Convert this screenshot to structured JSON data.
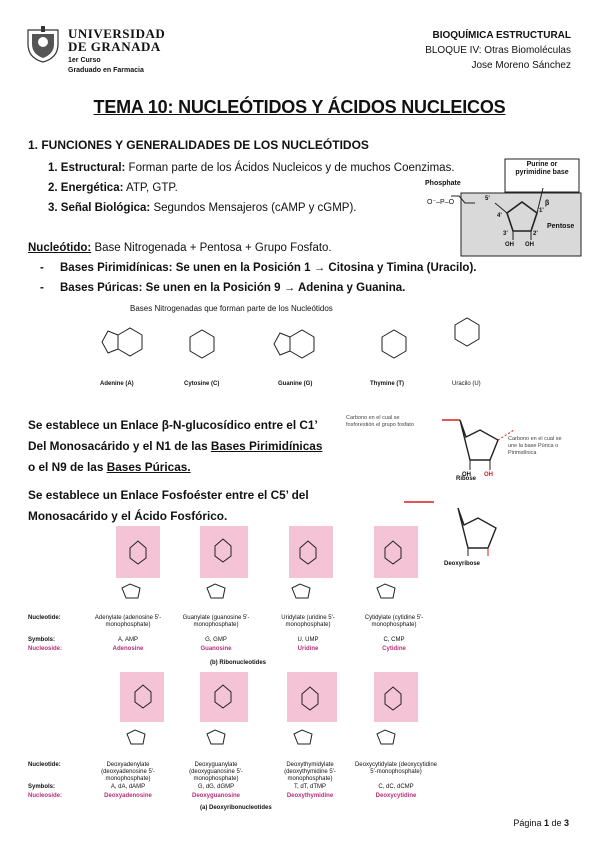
{
  "header": {
    "university_line1": "UNIVERSIDAD",
    "university_line2": "DE GRANADA",
    "course": "1er Curso",
    "degree": "Graduado en Farmacia",
    "subject": "BIOQUÍMICA ESTRUCTURAL",
    "block": "BLOQUE IV: Otras Biomoléculas",
    "author": "Jose Moreno Sánchez"
  },
  "title": "TEMA 10: NUCLEÓTIDOS Y ÁCIDOS NUCLEICOS",
  "section1": {
    "heading": "1. FUNCIONES Y GENERALIDADES DE LOS NUCLEÓTIDOS",
    "functions": [
      {
        "num": "1.",
        "label": "Estructural:",
        "text": " Forman parte de los Ácidos Nucleicos y de muchos Coenzimas."
      },
      {
        "num": "2.",
        "label": "Energética:",
        "text": " ATP, GTP."
      },
      {
        "num": "3.",
        "label": "Señal Biológica:",
        "text": " Segundos Mensajeros (cAMP y cGMP)."
      }
    ]
  },
  "nucleotide_diagram": {
    "purine_label": "Purine or pyrimidine base",
    "phosphate": "Phosphate",
    "pentose": "Pentose",
    "carbons": [
      "5'",
      "4'",
      "3'",
      "2'",
      "1'"
    ],
    "oh": "OH",
    "beta": "β"
  },
  "nucleotide_def": {
    "label": "Nucleótido:",
    "text": " Base Nitrogenada + Pentosa + Grupo Fosfato.",
    "bullets": [
      "Bases Pirimidínicas: Se unen en la Posición 1 → Citosina y Timina (Uracilo).",
      "Bases Púricas: Se unen en la Posición 9 → Adenina y Guanina."
    ]
  },
  "bases": {
    "caption": "Bases Nitrogenadas que forman parte de los Nucleótidos",
    "names": [
      "Adenine (A)",
      "Cytosine (C)",
      "Guanine (G)",
      "Thymine (T)",
      "Uracilo (U)"
    ]
  },
  "glycosidic": {
    "line1": "Se establece un Enlace β-N-glucosídico entre el C1’",
    "line2_a": "Del Monosacárido y el N1 de las ",
    "line2_b": "Bases Pirimidínicas",
    "line3_a": "o el N9 de las ",
    "line3_b": "Bases Púricas."
  },
  "ribose_note_left": "Carbono en el cual se fosforestión el grupo fosfato",
  "ribose_note_right": "Carbono en el cual se une la base Púrica o Pirimidínica",
  "ribose_label": "Ribose",
  "deoxyribose_label": "Deoxyribose",
  "phosphoester": {
    "line1": "Se establece un Enlace Fosfoéster entre el C5’ del",
    "line2": "Monosacárido y el Ácido Fosfórico."
  },
  "row_labels": {
    "nucleotide": "Nucleotide:",
    "symbols": "Symbols:",
    "nucleoside": "Nucleoside:"
  },
  "ribonucleotides": {
    "caption": "(b) Ribonucleotides",
    "items": [
      {
        "nucleotide": "Adenylate (adenosine 5′-monophosphate)",
        "symbols": "A, AMP",
        "nucleoside": "Adenosine"
      },
      {
        "nucleotide": "Guanylate (guanosine 5′-monophosphate)",
        "symbols": "G, GMP",
        "nucleoside": "Guanosine"
      },
      {
        "nucleotide": "Uridylate (uridine 5′-monophosphate)",
        "symbols": "U, UMP",
        "nucleoside": "Uridine"
      },
      {
        "nucleotide": "Cytidylate (cytidine 5′-monophosphate)",
        "symbols": "C, CMP",
        "nucleoside": "Cytidine"
      }
    ]
  },
  "deoxyribonucleotides": {
    "caption": "(a) Deoxyribonucleotides",
    "items": [
      {
        "nucleotide": "Deoxyadenylate (deoxyadenosine 5′-monophosphate)",
        "symbols": "A, dA, dAMP",
        "nucleoside": "Deoxyadenosine"
      },
      {
        "nucleotide": "Deoxyguanylate (deoxyguanosine 5′-monophosphate)",
        "symbols": "G, dG, dGMP",
        "nucleoside": "Deoxyguanosine"
      },
      {
        "nucleotide": "Deoxythymidylate (deoxythymidine 5′-monophosphate)",
        "symbols": "T, dT, dTMP",
        "nucleoside": "Deoxythymidine"
      },
      {
        "nucleotide": "Deoxycytidylate (deoxycytidine 5′-monophosphate)",
        "symbols": "C, dC, dCMP",
        "nucleoside": "Deoxycytidine"
      }
    ]
  },
  "footer": {
    "page_label": "Página ",
    "page_num": "1",
    "of": " de ",
    "total": "3"
  },
  "colors": {
    "pink": "#f4c3d5",
    "nucleoside_text": "#b5307a",
    "red_mark": "#d42020"
  }
}
